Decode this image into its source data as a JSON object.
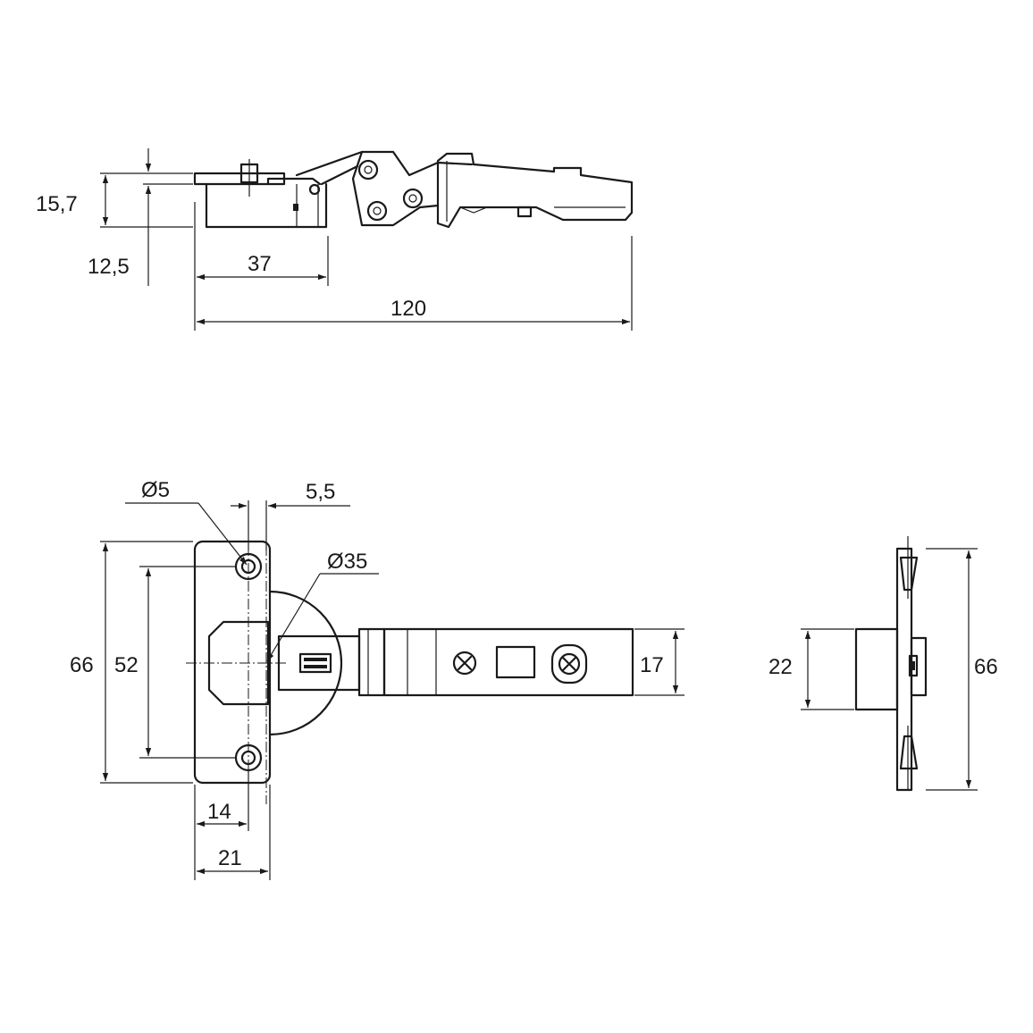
{
  "side_view": {
    "dims": {
      "height_total": "15,7",
      "height_cup": "12,5",
      "cup_length": "37",
      "overall_length": "120"
    }
  },
  "plan_view": {
    "dims": {
      "hole_diameter": "Ø5",
      "hole_offset": "5,5",
      "cup_diameter": "Ø35",
      "plate_height": "66",
      "hole_spacing": "52",
      "arm_width": "17",
      "hole_center_x": "14",
      "plate_width": "21"
    }
  },
  "end_view": {
    "dims": {
      "block_height": "22",
      "plate_height": "66"
    }
  }
}
